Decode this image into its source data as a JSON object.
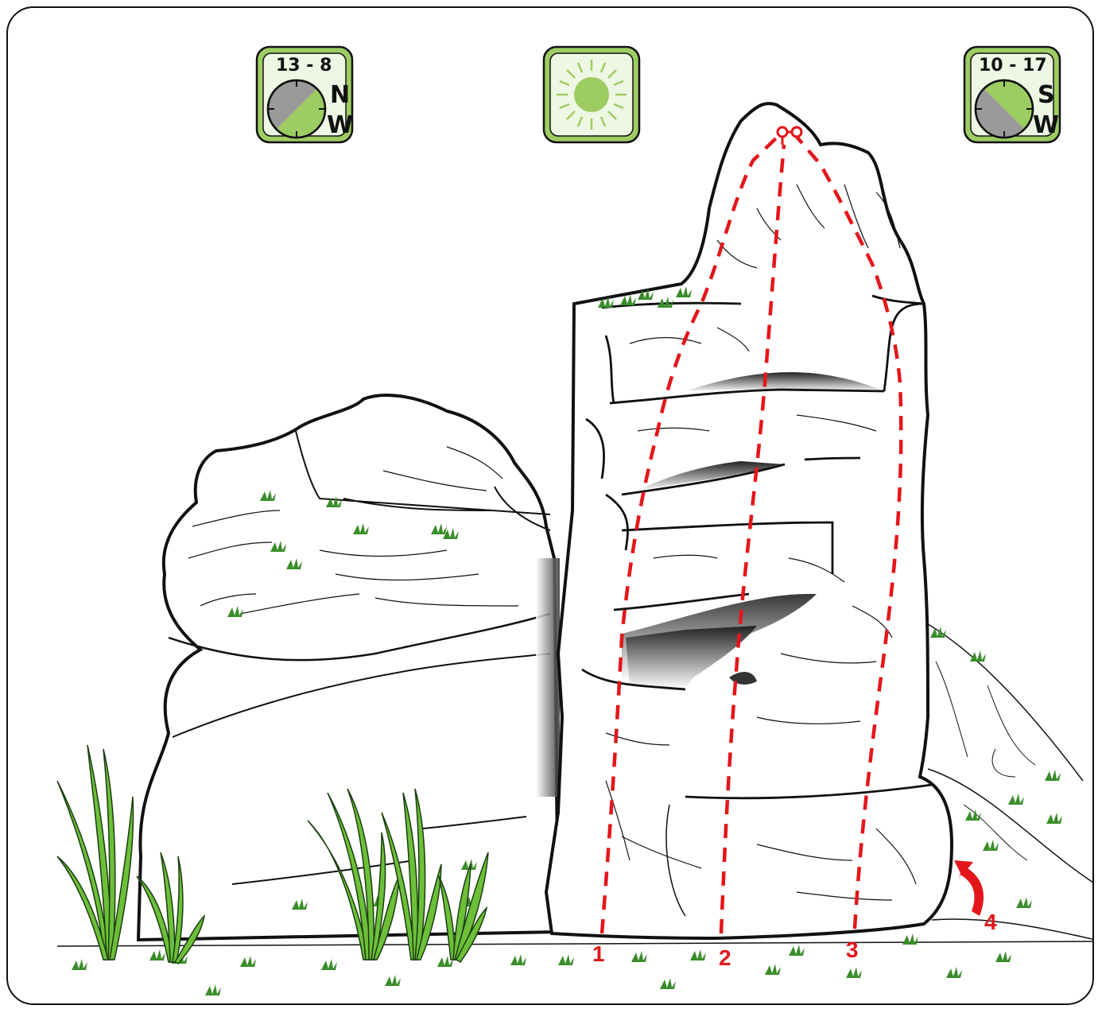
{
  "badges": [
    {
      "id": "left",
      "time_range": "13 - 8",
      "letters": [
        "N",
        "W"
      ],
      "sun_fraction_color": "#9dcc62",
      "shade_color": "#9a9a9a"
    },
    {
      "id": "center",
      "icon": "sun-icon",
      "color": "#9dcc62"
    },
    {
      "id": "right",
      "time_range": "10 - 17",
      "letters": [
        "S",
        "W"
      ],
      "sun_fraction_color": "#9dcc62",
      "shade_color": "#9a9a9a"
    }
  ],
  "routes": [
    {
      "number": "1"
    },
    {
      "number": "2"
    },
    {
      "number": "3"
    },
    {
      "number": "4"
    }
  ],
  "colors": {
    "route": "#e3161b",
    "badge_fill": "#9dcc62",
    "badge_bg": "#eef6e4",
    "grass": "#6dbf3a",
    "rock_outline": "#111111"
  }
}
